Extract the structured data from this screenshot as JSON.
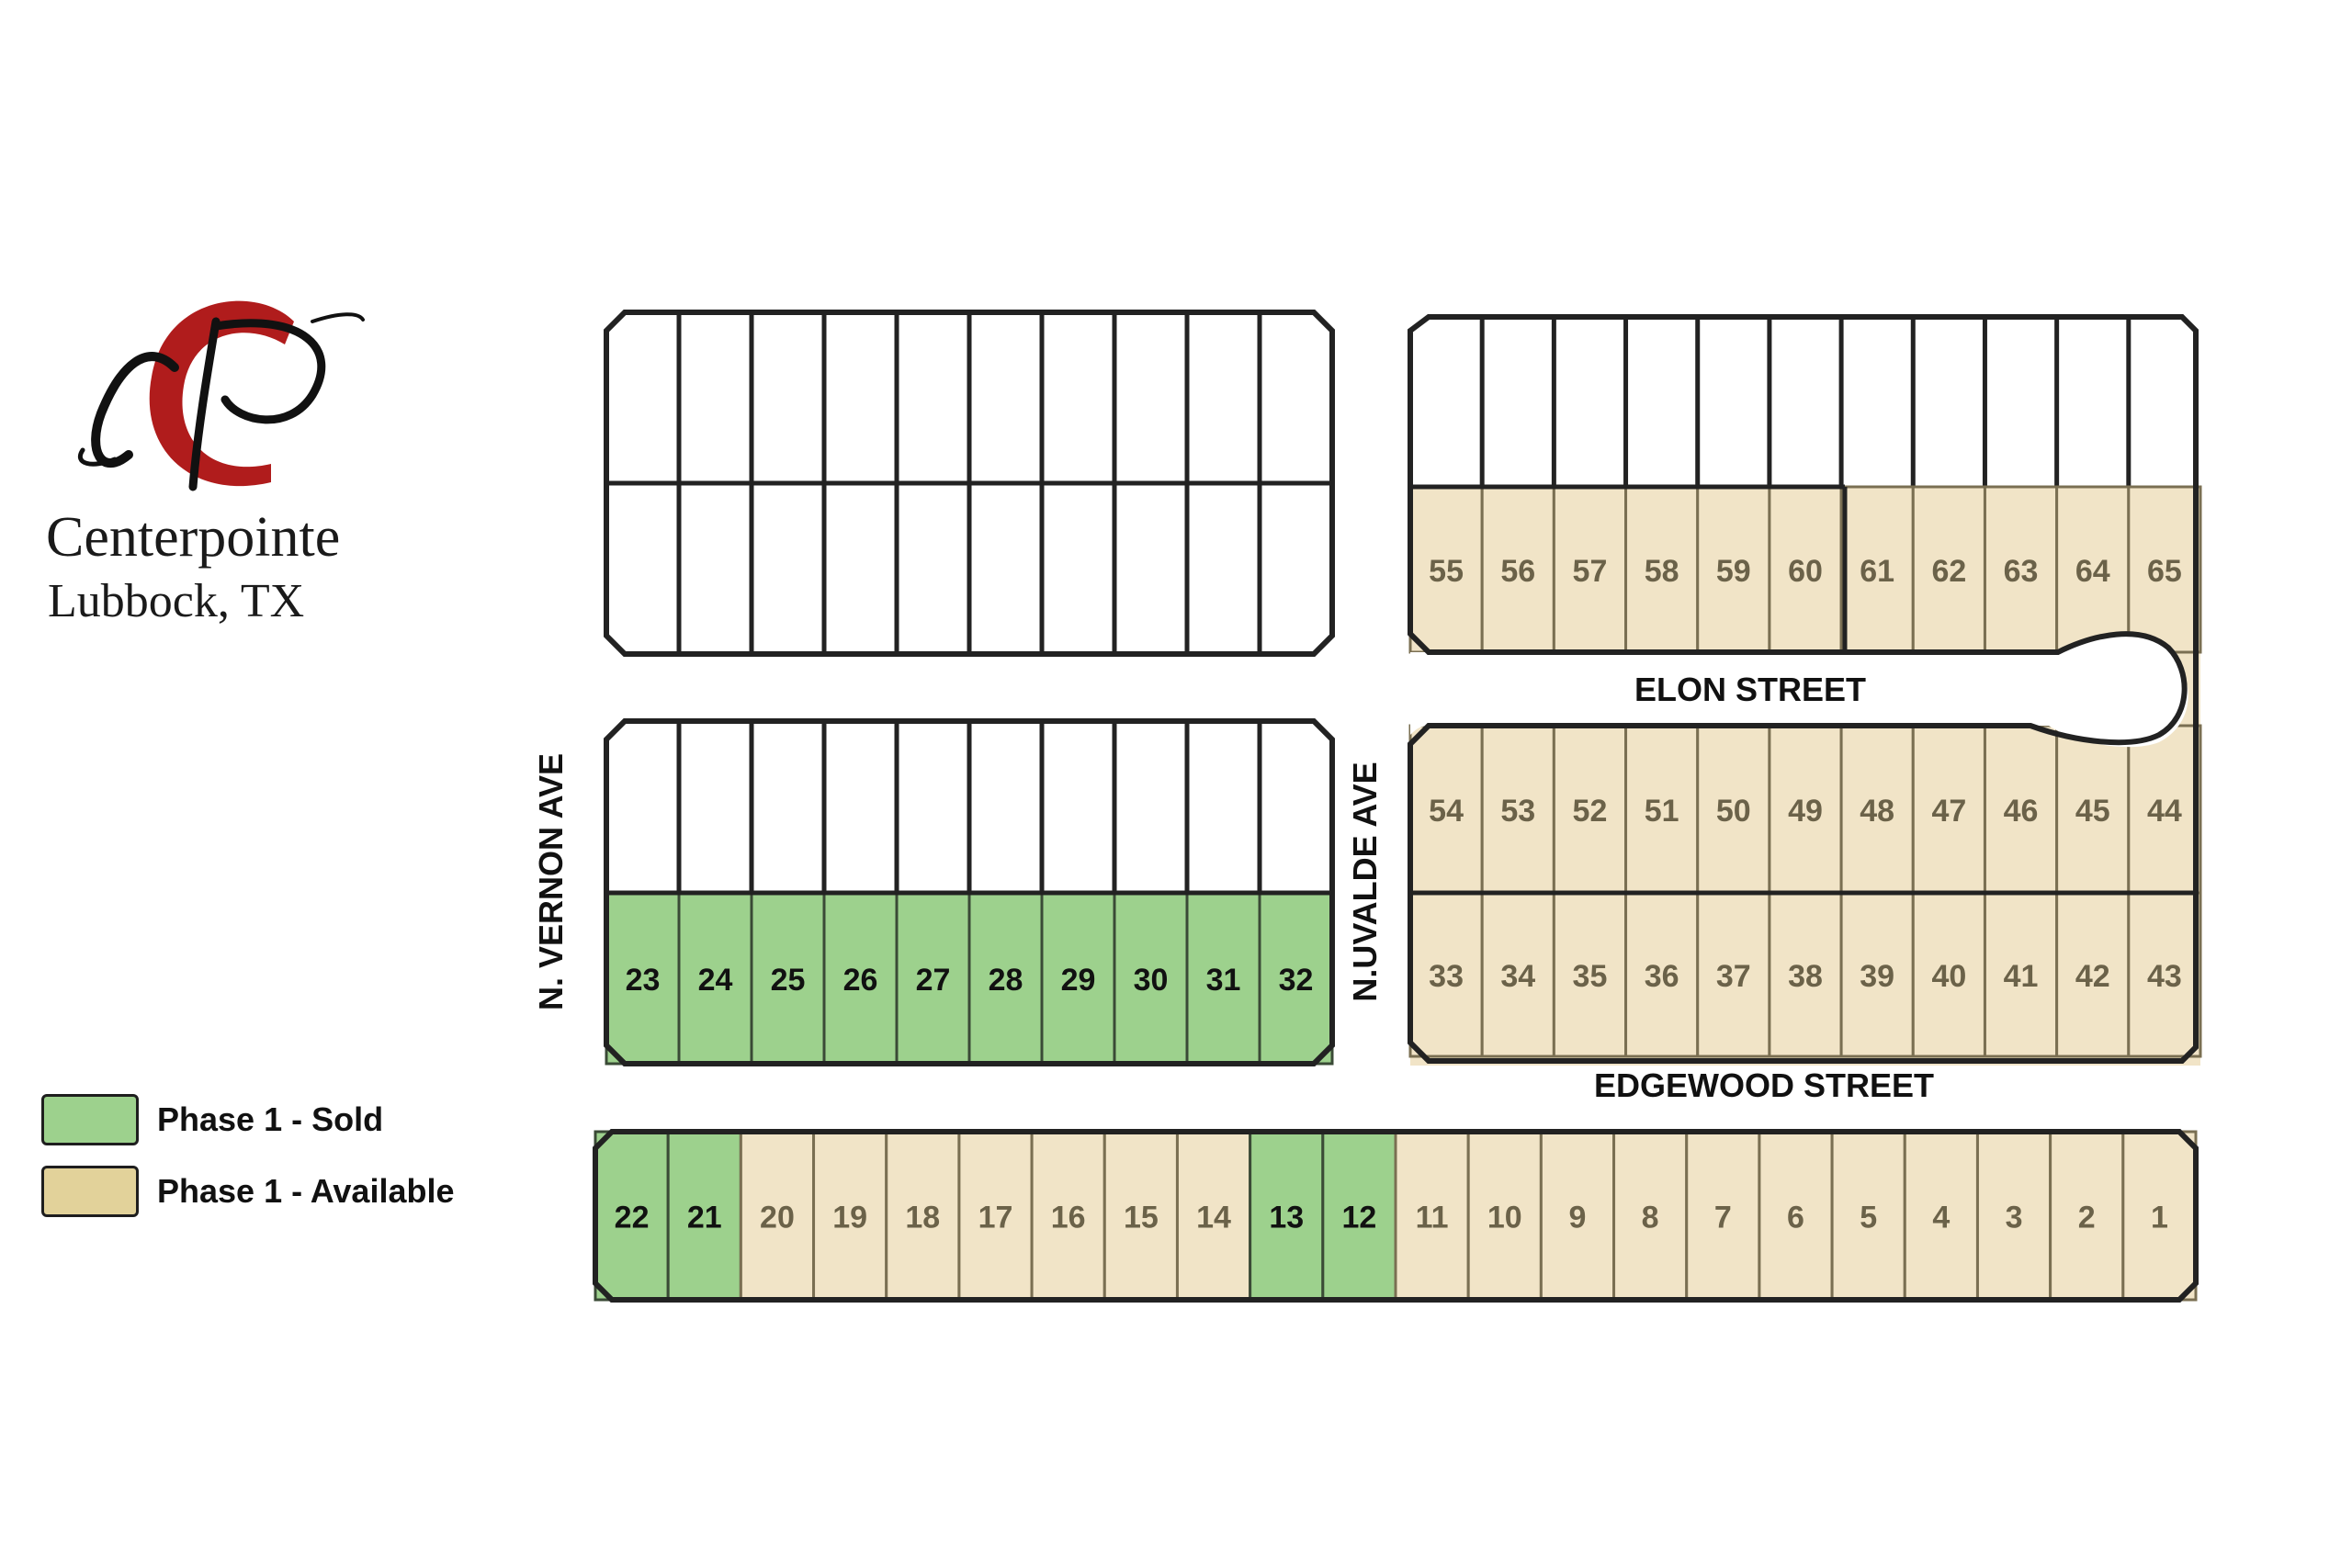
{
  "brand": {
    "name": "Centerpointe",
    "location": "Lubbock, TX",
    "monogram": "CP"
  },
  "colors": {
    "sold": "#9dd18d",
    "available": "#f1e4c7",
    "available_swatch": "#e2d29a",
    "outline": "#222222",
    "lot_line": "#7a6f52"
  },
  "legend": [
    {
      "label": "Phase 1 - Sold",
      "status": "sold"
    },
    {
      "label": "Phase 1 - Available",
      "status": "available"
    }
  ],
  "streets": {
    "vernon": "N. VERNON AVE",
    "uvalde": "N.UVALDE AVE",
    "elon": "ELON STREET",
    "edgewood": "EDGEWOOD STREET"
  },
  "lots": {
    "bottom_row": [
      "22",
      "21",
      "20",
      "19",
      "18",
      "17",
      "16",
      "15",
      "14",
      "13",
      "12",
      "11",
      "10",
      "9",
      "8",
      "7",
      "6",
      "5",
      "4",
      "3",
      "2",
      "1"
    ],
    "bottom_row_sold": [
      "22",
      "21",
      "13",
      "12"
    ],
    "west_south_row": [
      "23",
      "24",
      "25",
      "26",
      "27",
      "28",
      "29",
      "30",
      "31",
      "32"
    ],
    "west_south_row_sold": [
      "23",
      "24",
      "25",
      "26",
      "27",
      "28",
      "29",
      "30",
      "31",
      "32"
    ],
    "east_top_row": [
      "55",
      "56",
      "57",
      "58",
      "59",
      "60",
      "61",
      "62",
      "63",
      "64",
      "65"
    ],
    "east_mid_row": [
      "54",
      "53",
      "52",
      "51",
      "50",
      "49",
      "48",
      "47",
      "46",
      "45",
      "44"
    ],
    "east_bottom_row": [
      "33",
      "34",
      "35",
      "36",
      "37",
      "38",
      "39",
      "40",
      "41",
      "42",
      "43"
    ]
  }
}
